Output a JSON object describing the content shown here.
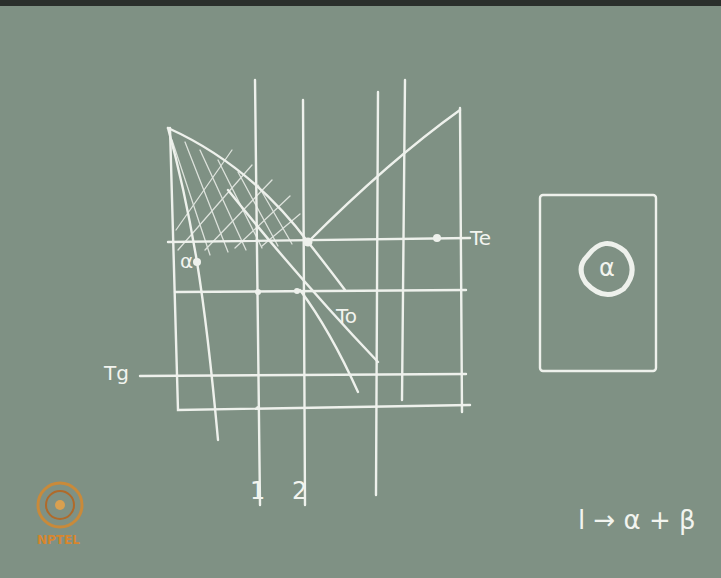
{
  "diagram": {
    "nodes": [
      {
        "text": [
          "α"
        ]
      }
    ],
    "edges": [],
    "labels": [
      "α",
      "Te",
      "To",
      "Tg",
      "1",
      "2",
      "l → α + β",
      "NPTEL"
    ]
  }
}
